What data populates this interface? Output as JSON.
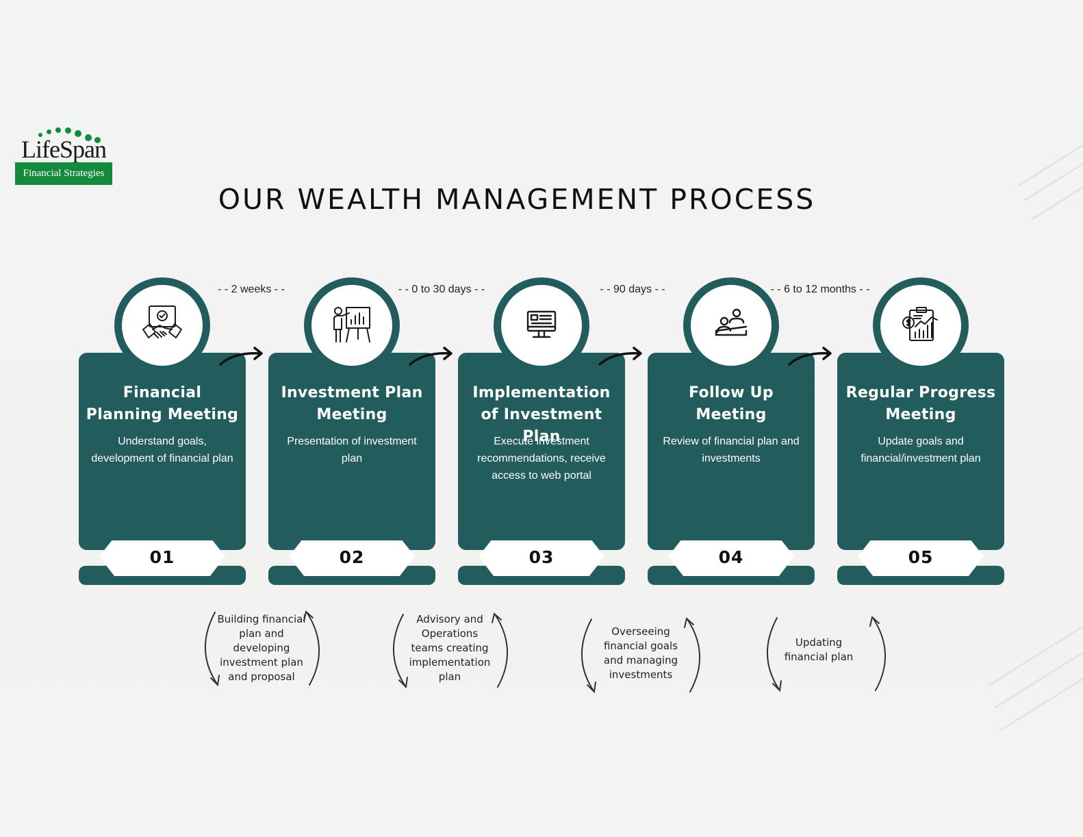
{
  "brand": {
    "logo_name": "LifeSpan",
    "logo_tagline": "Financial Strategies",
    "brand_green": "#148a3c"
  },
  "title": "OUR WEALTH MANAGEMENT PROCESS",
  "colors": {
    "card": "#235c5d",
    "background": "#f3f4f3",
    "text": "#1d1d1d"
  },
  "steps": [
    {
      "number": "01",
      "title": "Financial Planning Meeting",
      "description": "Understand goals, development of financial plan",
      "icon": "handshake-certificate-icon"
    },
    {
      "number": "02",
      "title": "Investment Plan Meeting",
      "description": "Presentation of investment plan",
      "icon": "presenter-chart-icon"
    },
    {
      "number": "03",
      "title": "Implementation of Investment Plan",
      "description": "Execute investment recommendations, receive access to web portal",
      "icon": "computer-monitor-icon"
    },
    {
      "number": "04",
      "title": "Follow Up Meeting",
      "description": "Review of financial plan and investments",
      "icon": "meeting-people-icon"
    },
    {
      "number": "05",
      "title": "Regular Progress Meeting",
      "description": "Update goals and financial/investment plan",
      "icon": "clipboard-chart-icon"
    }
  ],
  "durations": [
    "- - 2 weeks - -",
    "- - 0 to 30 days - -",
    "- - 90 days - -",
    "- - 6 to 12 months - -"
  ],
  "loops": [
    "Building financial plan and developing investment plan and proposal",
    "Advisory and Operations teams creating implementation plan",
    "Overseeing financial goals and managing investments",
    "Updating financial plan"
  ]
}
